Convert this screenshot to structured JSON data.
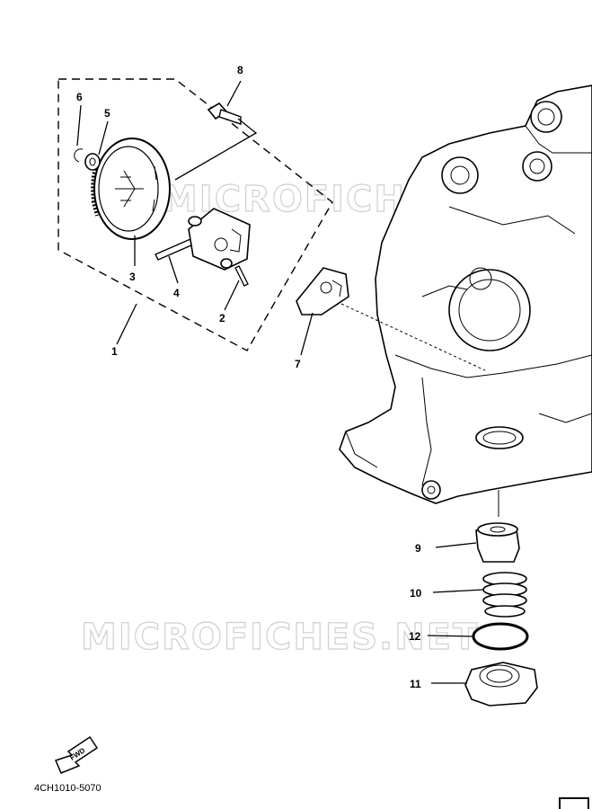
{
  "watermarks": [
    "MICROFICHES.NET",
    "MICROFICHES.NET"
  ],
  "callouts": [
    {
      "id": "c1",
      "label": "1"
    },
    {
      "id": "c2",
      "label": "2"
    },
    {
      "id": "c3",
      "label": "3"
    },
    {
      "id": "c4",
      "label": "4"
    },
    {
      "id": "c5",
      "label": "5"
    },
    {
      "id": "c6",
      "label": "6"
    },
    {
      "id": "c7",
      "label": "7"
    },
    {
      "id": "c8",
      "label": "8"
    },
    {
      "id": "c9",
      "label": "9"
    },
    {
      "id": "c10",
      "label": "10"
    },
    {
      "id": "c11",
      "label": "11"
    },
    {
      "id": "c12",
      "label": "12"
    }
  ],
  "fwd_label": "FWD",
  "diagram_code": "4CH1010-5070"
}
